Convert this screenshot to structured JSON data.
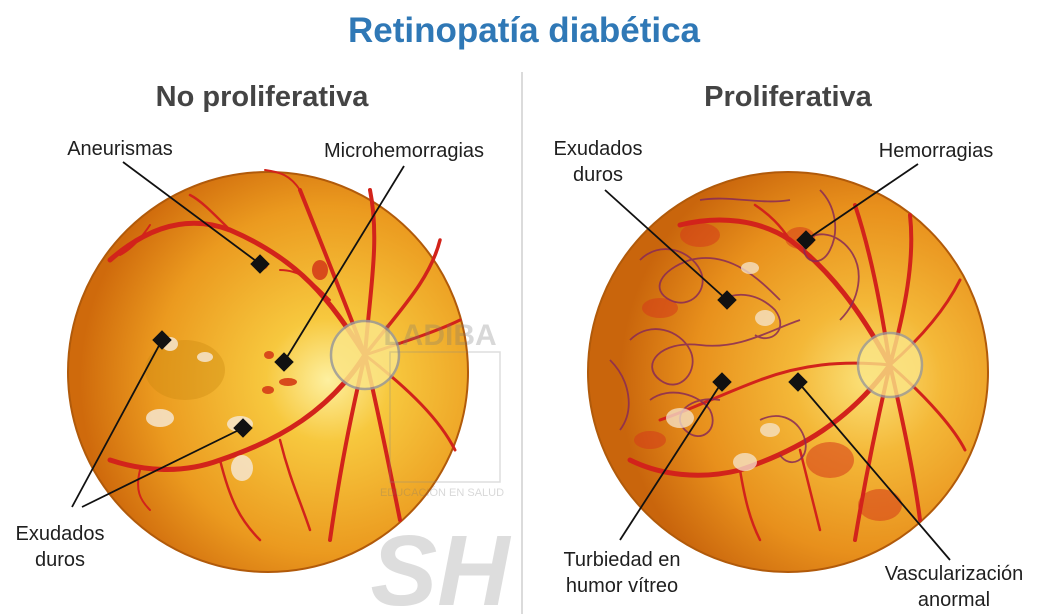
{
  "title": "Retinopatía diabética",
  "colors": {
    "title": "#2f78b6",
    "vessel": "#d2231b",
    "fundus_center": "#fbe27a",
    "fundus_edge": "#cf6a0c",
    "pointer": "#111111"
  },
  "left_panel": {
    "heading": "No proliferativa",
    "labels": {
      "aneurysms": "Aneurismas",
      "microhemorrhages": "Microhemorragias",
      "exudates_line1": "Exudados",
      "exudates_line2": "duros"
    }
  },
  "right_panel": {
    "heading": "Proliferativa",
    "labels": {
      "exudates_line1": "Exudados",
      "exudates_line2": "duros",
      "hemorrhages": "Hemorragias",
      "vitreous_line1": "Turbiedad en",
      "vitreous_line2": "humor vítreo",
      "vascular_line1": "Vascularización",
      "vascular_line2": "anormal"
    }
  },
  "watermark": {
    "brand": "LADIBA",
    "tagline": "EDUCACIÓN EN SALUD",
    "monogram": "SH"
  }
}
